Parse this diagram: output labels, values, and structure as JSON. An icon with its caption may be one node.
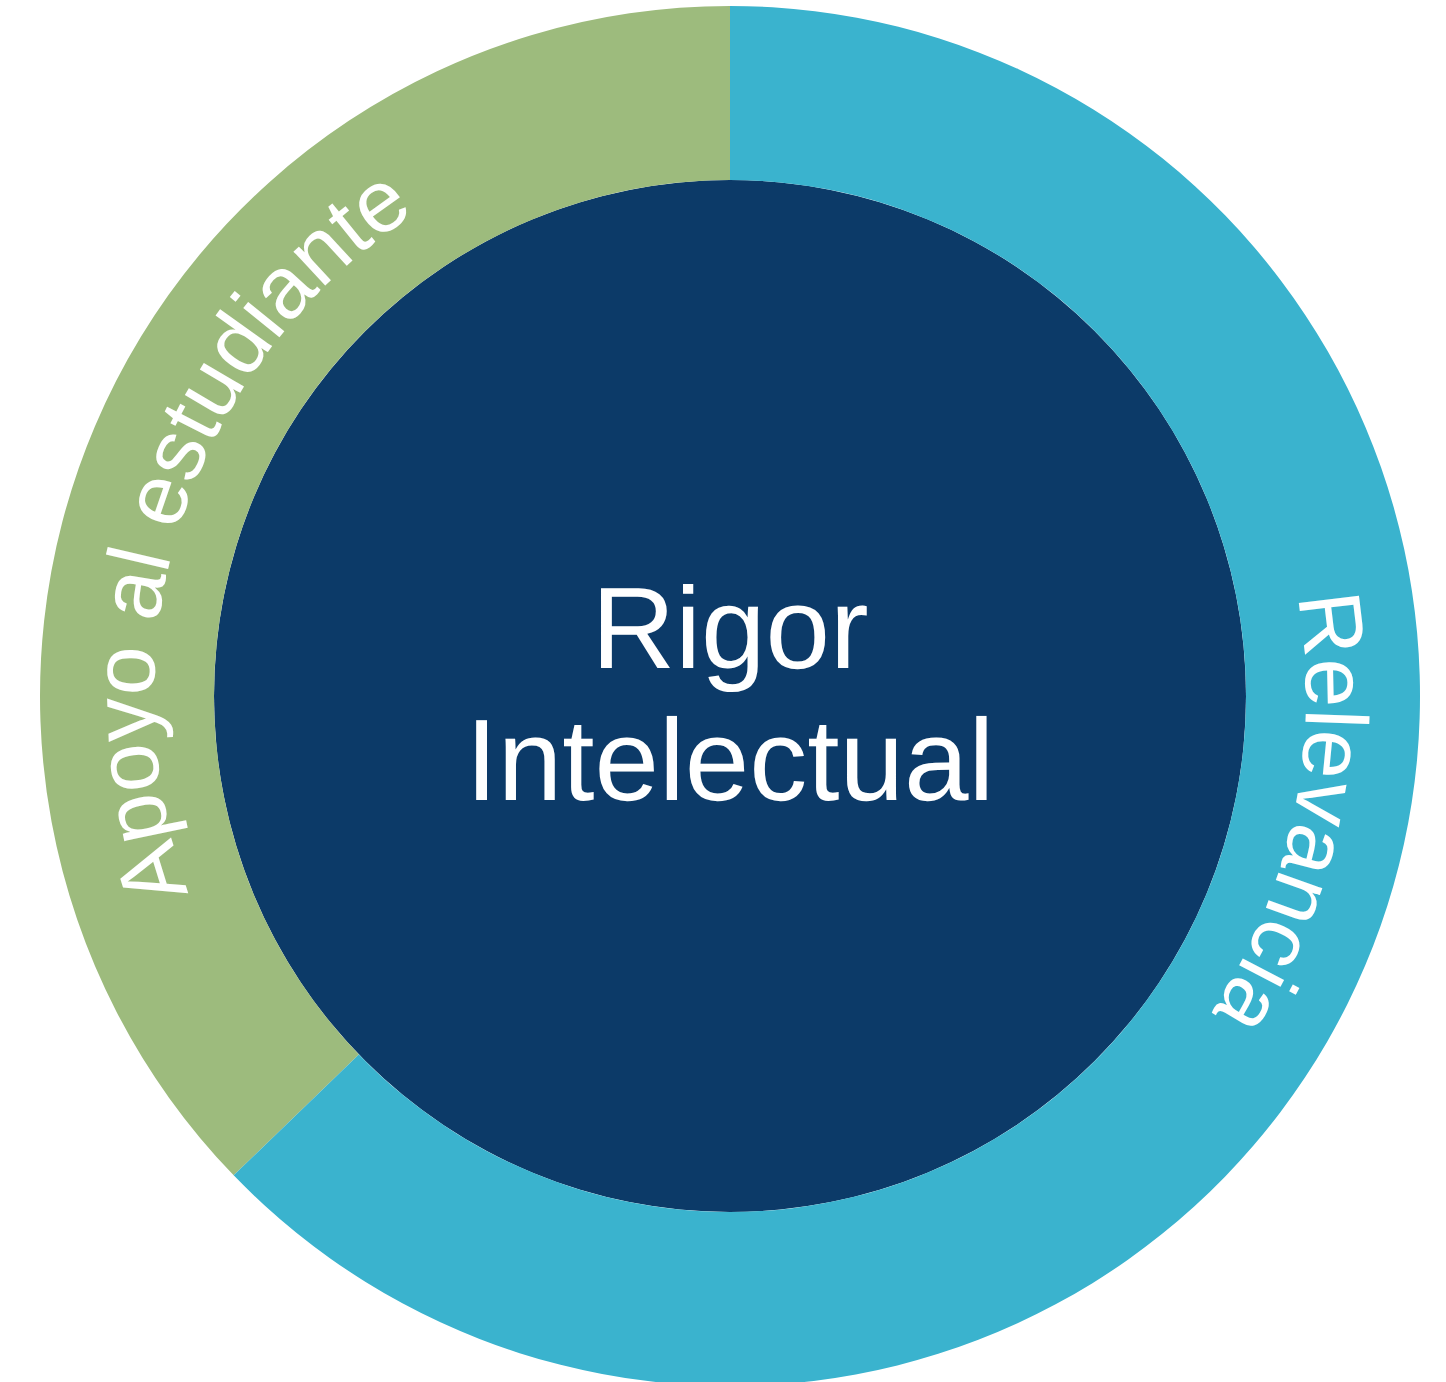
{
  "diagram": {
    "nodes": [
      {
        "text": [
          "Rigor Intelectual"
        ]
      },
      {
        "text": [
          "Apoyo al estudiante"
        ]
      },
      {
        "text": [
          "Relevancia"
        ]
      }
    ]
  }
}
